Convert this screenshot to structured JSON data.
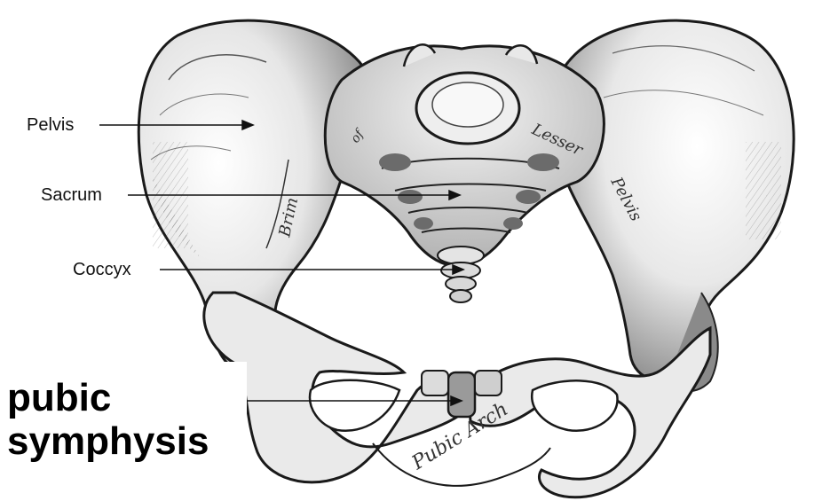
{
  "labels": {
    "pelvis": "Pelvis",
    "sacrum": "Sacrum",
    "coccyx": "Coccyx",
    "pubic_symphysis_line1": "pubic",
    "pubic_symphysis_line2": "symphysis"
  },
  "engraved_text": {
    "brim": "Brim",
    "of": "of",
    "lesser": "Lesser",
    "pelvis": "Pelvis",
    "pubic_arch": "Pubic Arch"
  },
  "colors": {
    "bone_fill": "#f2f2f2",
    "bone_shade": "#9a9a9a",
    "ink": "#1a1a1a",
    "background": "#ffffff"
  }
}
